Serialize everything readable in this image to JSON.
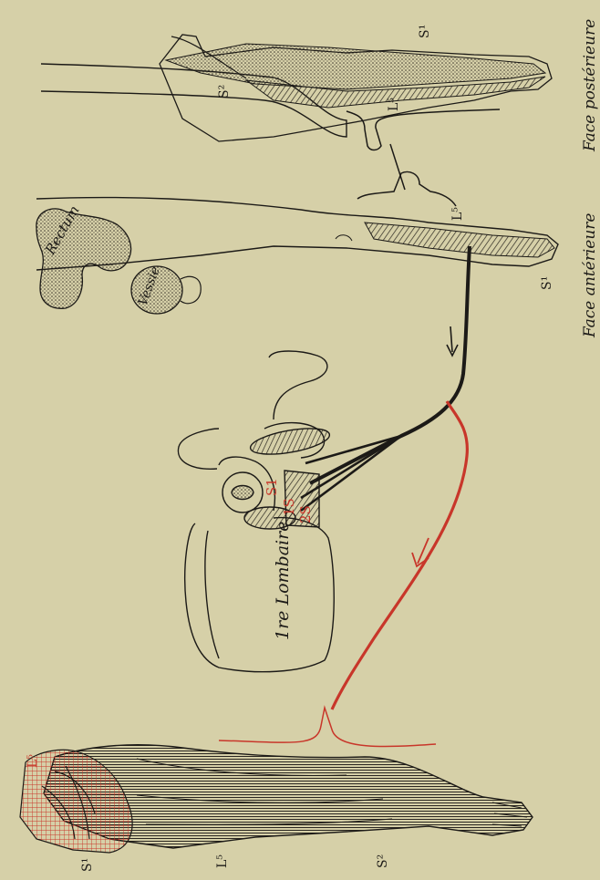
{
  "captions": {
    "front": "Face antérieure",
    "back": "Face postérieure"
  },
  "organs": {
    "rectum": "Rectum",
    "bladder": "Vessie"
  },
  "vertebra": {
    "label": "1re Lombaire"
  },
  "segments": {
    "s1_red": "S1",
    "s2_red": "1S",
    "s3_red": "2S"
  },
  "dermatome_labels": {
    "posterior_s2": "S²",
    "posterior_s1": "S¹",
    "posterior_l5": "L⁵",
    "anterior_l5": "L⁵",
    "anterior_s1": "S¹",
    "muscle_l5_top": "L⁵",
    "muscle_s1": "S¹",
    "muscle_l5": "L⁵",
    "muscle_s2": "S²"
  },
  "colors": {
    "paper": "#d6d0a8",
    "ink": "#1c1a17",
    "red": "#c8362a",
    "organ_fill": "#9a9278"
  }
}
